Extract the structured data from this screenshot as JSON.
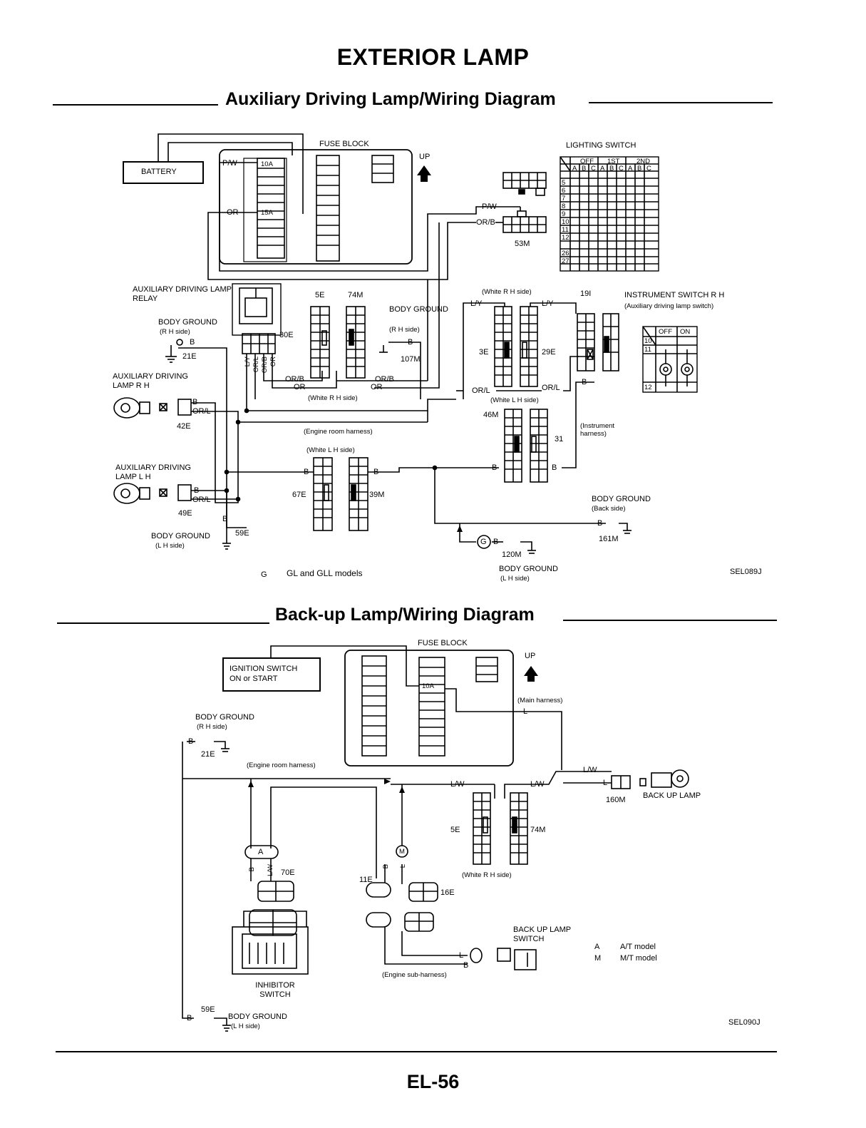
{
  "page": {
    "title": "EXTERIOR LAMP",
    "page_number": "EL-56"
  },
  "aux": {
    "section_title": "Auxiliary Driving Lamp/Wiring Diagram",
    "battery": "BATTERY",
    "fuse_block": "FUSE BLOCK",
    "up": "UP",
    "fuse_10a": "10A",
    "fuse_15a": "15A",
    "wire_pw": "P/W",
    "wire_or": "OR",
    "wire_pw2": "P/W",
    "wire_orb_switch": "OR/B",
    "lighting_switch": "LIGHTING SWITCH",
    "ls_cols_top": [
      "OFF",
      "1ST",
      "2ND"
    ],
    "ls_cols_sub": [
      "A",
      "B",
      "C",
      "A",
      "B",
      "C",
      "A",
      "B",
      "C"
    ],
    "ls_rows": [
      "5",
      "6",
      "7",
      "8",
      "9",
      "10",
      "11",
      "12",
      "26",
      "27"
    ],
    "conn_53m": "53M",
    "relay_title": "AUXILIARY DRIVING LAMP RELAY",
    "body_ground_rh": "BODY GROUND",
    "body_ground_rh_side": "(R H side)",
    "wire_b": "B",
    "conn_21e": "21E",
    "conn_30e": "30E",
    "relay_wires": [
      "L/Y",
      "OR/L",
      "OR/B",
      "OR"
    ],
    "conn_5e": "5E",
    "conn_74m": "74M",
    "body_ground_mid": "BODY GROUND",
    "body_ground_mid_side": "(R H side)",
    "conn_107m": "107M",
    "wire_orb": "OR/B",
    "wire_or2": "OR",
    "white_rh_side": "(White  R H  side)",
    "aux_lamp_rh": "AUXILIARY DRIVING LAMP R H",
    "wire_orl": "OR/L",
    "conn_42e": "42E",
    "engine_room_harness": "(Engine room harness)",
    "white_lh_side": "(White  L H  side)",
    "aux_lamp_lh": "AUXILIARY DRIVING LAMP L H",
    "conn_49e": "49E",
    "conn_67e": "67E",
    "conn_39m": "39M",
    "body_ground_lh": "BODY GROUND",
    "body_ground_lh_side": "(L H side)",
    "conn_59e": "59E",
    "white_rh_side_top": "(White  R H  side)",
    "wire_ly": "L/Y",
    "conn_3e": "3E",
    "conn_29e": "29E",
    "conn_19i": "19I",
    "inst_switch": "INSTRUMENT SWITCH R H",
    "inst_switch_sub": "(Auxiliary driving lamp switch)",
    "inst_cols": [
      "OFF",
      "ON"
    ],
    "inst_rows": [
      "10",
      "11",
      "12"
    ],
    "white_lh_side_2": "(White  L H  side)",
    "conn_46m": "46M",
    "conn_31": "31",
    "inst_harness": "(Instrument harness)",
    "body_ground_back": "BODY GROUND",
    "body_ground_back_side": "(Back side)",
    "conn_161m": "161M",
    "conn_120m": "120M",
    "body_ground_lh2": "BODY GROUND",
    "body_ground_lh2_side": "(L H side)",
    "g_symbol": "G",
    "legend_g": "GL and GLL models",
    "code": "SEL089J"
  },
  "backup": {
    "section_title": "Back-up Lamp/Wiring Diagram",
    "fuse_block": "FUSE BLOCK",
    "up": "UP",
    "fuse_10a": "10A",
    "ignition_switch": "IGNITION SWITCH",
    "ignition_switch_sub": "ON or START",
    "main_harness": "(Main harness)",
    "wire_l": "L",
    "body_ground_rh": "BODY GROUND",
    "body_ground_rh_side": "(R H side)",
    "conn_21e": "21E",
    "engine_room_harness": "(Engine room harness)",
    "wire_lw": "L/W",
    "conn_160m": "160M",
    "back_up_lamp": "BACK UP LAMP",
    "conn_5e": "5E",
    "conn_74m": "74M",
    "white_rh_side": "(White  R H  side)",
    "a_symbol": "A",
    "m_symbol": "M",
    "conn_70e": "70E",
    "conn_11e": "11E",
    "conn_16e": "16E",
    "inhibitor_switch": "INHIBITOR SWITCH",
    "back_up_lamp_switch": "BACK UP LAMP SWITCH",
    "legend_at": "A/T model",
    "legend_mt": "M/T model",
    "engine_sub_harness": "(Engine sub-harness)",
    "conn_59e": "59E",
    "body_ground_lh": "BODY GROUND",
    "body_ground_lh_side": "(L H side)",
    "code": "SEL090J"
  }
}
